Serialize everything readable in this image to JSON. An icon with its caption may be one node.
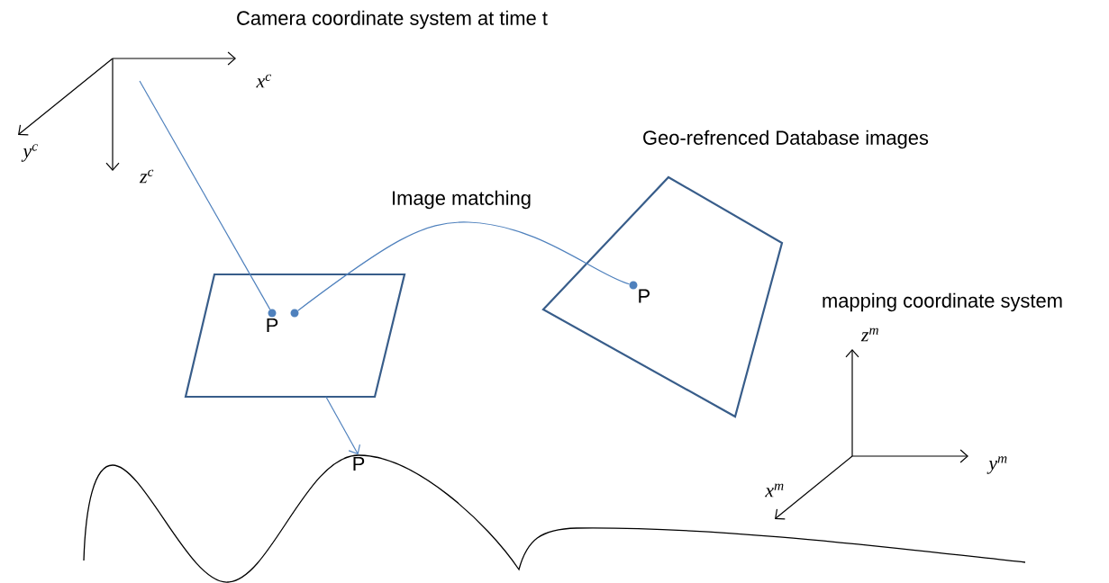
{
  "diagram": {
    "nodes": [
      {
        "text": [],
        "shape": "box"
      },
      {
        "text": [
          "P"
        ],
        "in": 0
      },
      {
        "text": [],
        "shape": "circle",
        "in": 0
      },
      {
        "text": [
          "Geo-refrenced Database images"
        ]
      },
      {
        "text": [
          "P"
        ],
        "in": 3
      },
      {
        "text": [
          "P"
        ]
      }
    ],
    "edges": [
      {
        "from": null,
        "to": 1,
        "arrow": "none"
      },
      {
        "from": 2,
        "to": 4,
        "arrow": "none",
        "label": "Image matching"
      },
      {
        "from": 0,
        "to": 5,
        "arrow": "to"
      }
    ],
    "labels": [
      "Camera coordinate system at time t",
      "x$^{c}$",
      "y$^{c}$",
      "z$^{c}$",
      "mapping coordinate system",
      "z$^{m}$",
      "y$^{m}$",
      "x$^{m}$"
    ]
  }
}
